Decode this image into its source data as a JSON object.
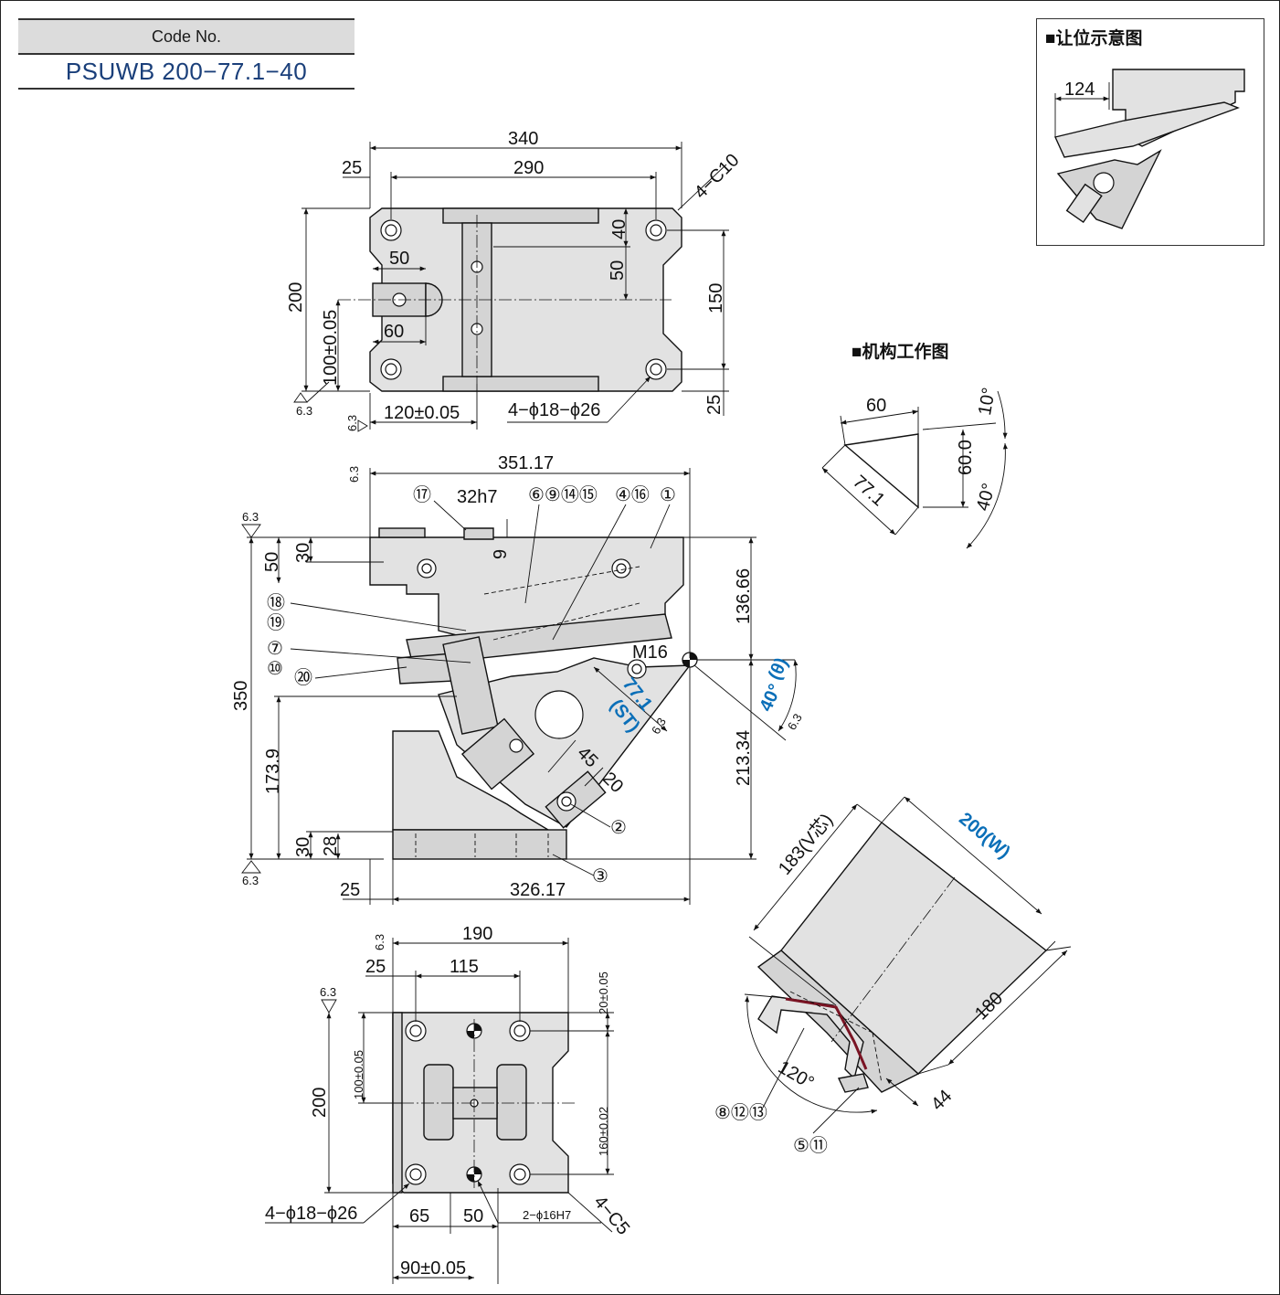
{
  "code": {
    "header": "Code No.",
    "value": "PSUWB 200−77.1−40"
  },
  "inset": {
    "title": "■让位示意图",
    "dim": "124"
  },
  "mechanism": {
    "title": "■机构工作图",
    "d60": "60",
    "d771": "77.1",
    "d600": "60.0",
    "a10": "10°",
    "a40": "40°"
  },
  "top_view": {
    "d340": "340",
    "d25": "25",
    "d290": "290",
    "c10": "4−C10",
    "d40": "40",
    "d50v": "50",
    "d50h": "50",
    "d60": "60",
    "d200": "200",
    "d100": "100±0.05",
    "d150": "150",
    "d25b": "25",
    "d120": "120±0.05",
    "holes": "4−ϕ18−ϕ26",
    "rough": "6.3"
  },
  "front_view": {
    "d35117": "351.17",
    "d32h7": "32h7",
    "d9": "9",
    "d50": "50",
    "d30": "30",
    "d350": "350",
    "d1739": "173.9",
    "d30b": "30",
    "d28": "28",
    "d25": "25",
    "d32617": "326.17",
    "d13666": "136.66",
    "d21334": "213.34",
    "m16": "M16",
    "st_val": "77.1",
    "st_lbl": "(ST)",
    "angle": "40°",
    "theta": "(θ)",
    "d45": "45",
    "d20": "20",
    "callouts_top": [
      "⑰",
      "⑥⑨⑭⑮",
      "④⑯",
      "①"
    ],
    "callouts_left": [
      "⑱",
      "⑲",
      "⑦",
      "⑩",
      "⑳"
    ],
    "c2": "②",
    "c3": "③",
    "rough": "6.3"
  },
  "bottom_view": {
    "d190": "190",
    "d25": "25",
    "d115": "115",
    "d20": "20±0.05",
    "d100": "100±0.05",
    "d200": "200",
    "d160": "160±0.02",
    "holes": "4−ϕ18−ϕ26",
    "d65": "65",
    "d50": "50",
    "d90": "90±0.05",
    "pins": "2−ϕ16H7",
    "c5": "4−C5",
    "rough": "6.3"
  },
  "section_view": {
    "d183": "183(V芯)",
    "d200w": "200(W)",
    "d180": "180",
    "d44": "44",
    "a120": "120°",
    "c81213": "⑧⑫⑬",
    "c511": "⑤⑪"
  }
}
